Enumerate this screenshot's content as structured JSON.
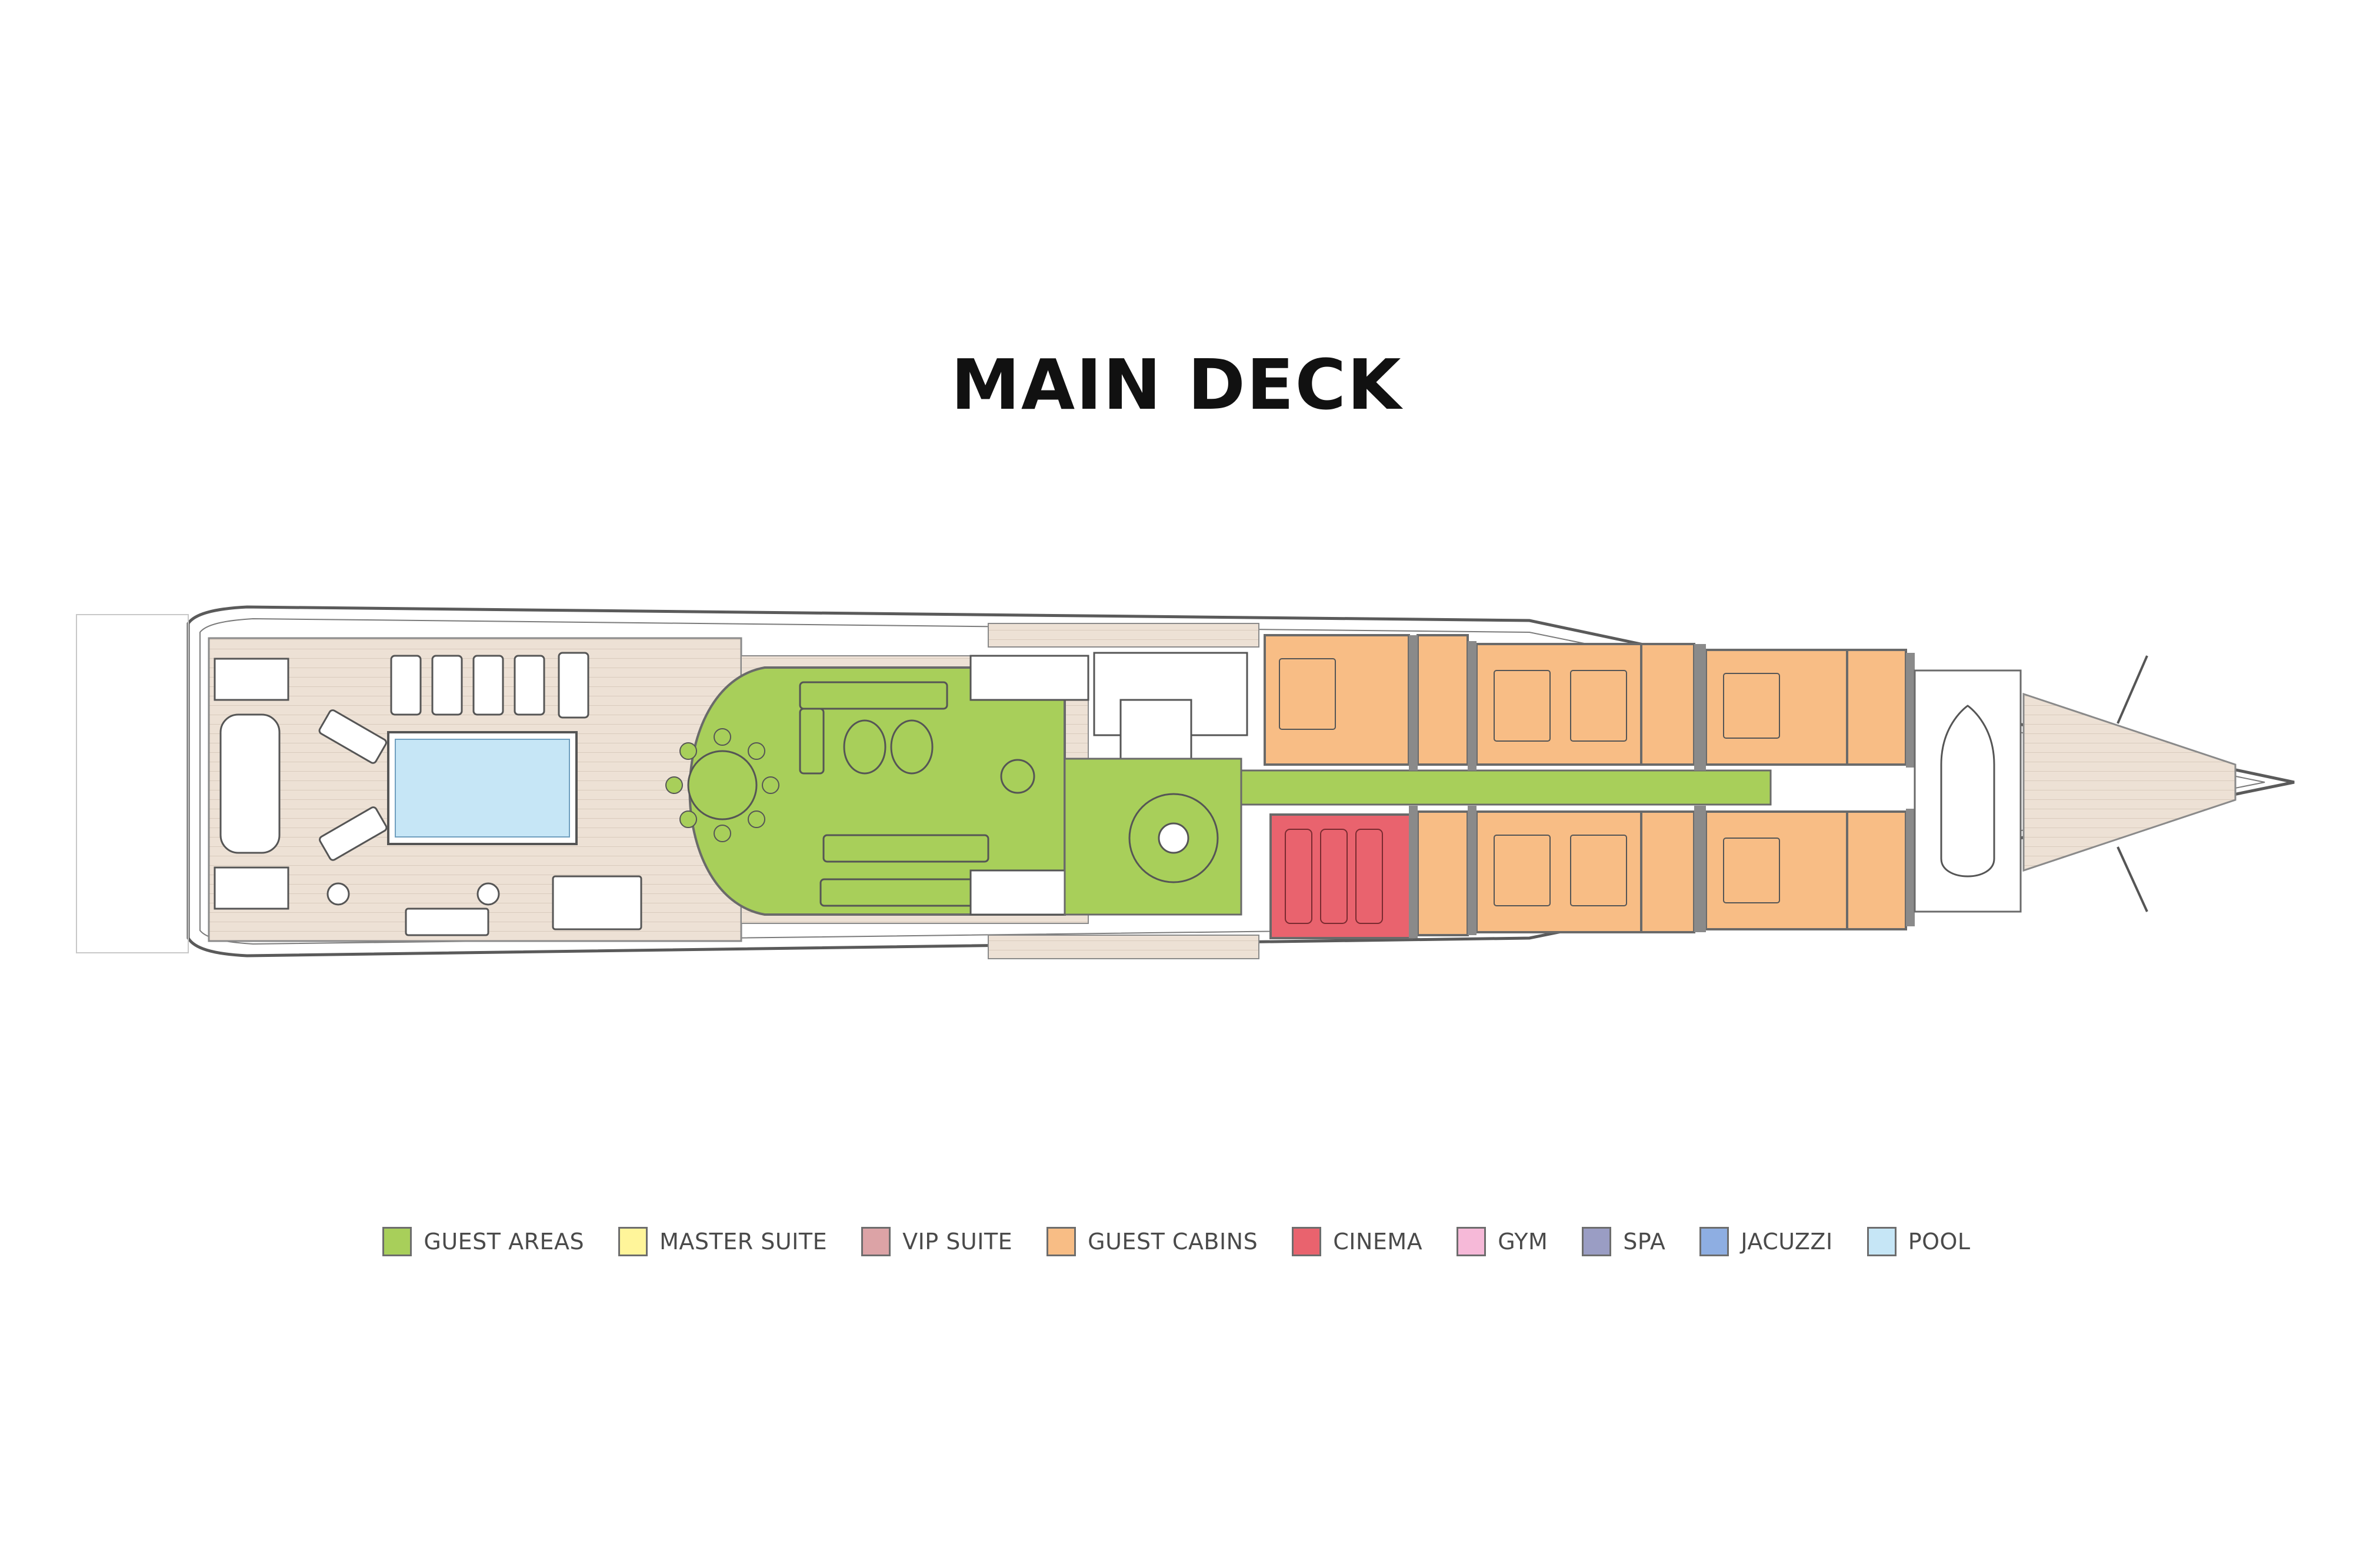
{
  "title": "MAIN DECK",
  "colors": {
    "guest_areas": "#a8cf5a",
    "master_suite": "#fff59a",
    "vip_suite": "#dca3a6",
    "guest_cabins": "#f8bd85",
    "cinema": "#e9636e",
    "gym": "#f6b9d8",
    "spa": "#9a9dc4",
    "jacuzzi": "#8eaee2",
    "pool": "#c6e6f6",
    "deck_wood": "#ede1d5",
    "hull_line": "#5a5a5a",
    "wall": "#8a8a8a"
  },
  "legend": [
    {
      "label": "GUEST AREAS",
      "color": "#a8cf5a"
    },
    {
      "label": "MASTER SUITE",
      "color": "#fff59a"
    },
    {
      "label": "VIP SUITE",
      "color": "#dca3a6"
    },
    {
      "label": "GUEST CABINS",
      "color": "#f8bd85"
    },
    {
      "label": "CINEMA",
      "color": "#e9636e"
    },
    {
      "label": "GYM",
      "color": "#f6b9d8"
    },
    {
      "label": "SPA",
      "color": "#9a9dc4"
    },
    {
      "label": "JACUZZI",
      "color": "#8eaee2"
    },
    {
      "label": "POOL",
      "color": "#c6e6f6"
    }
  ]
}
